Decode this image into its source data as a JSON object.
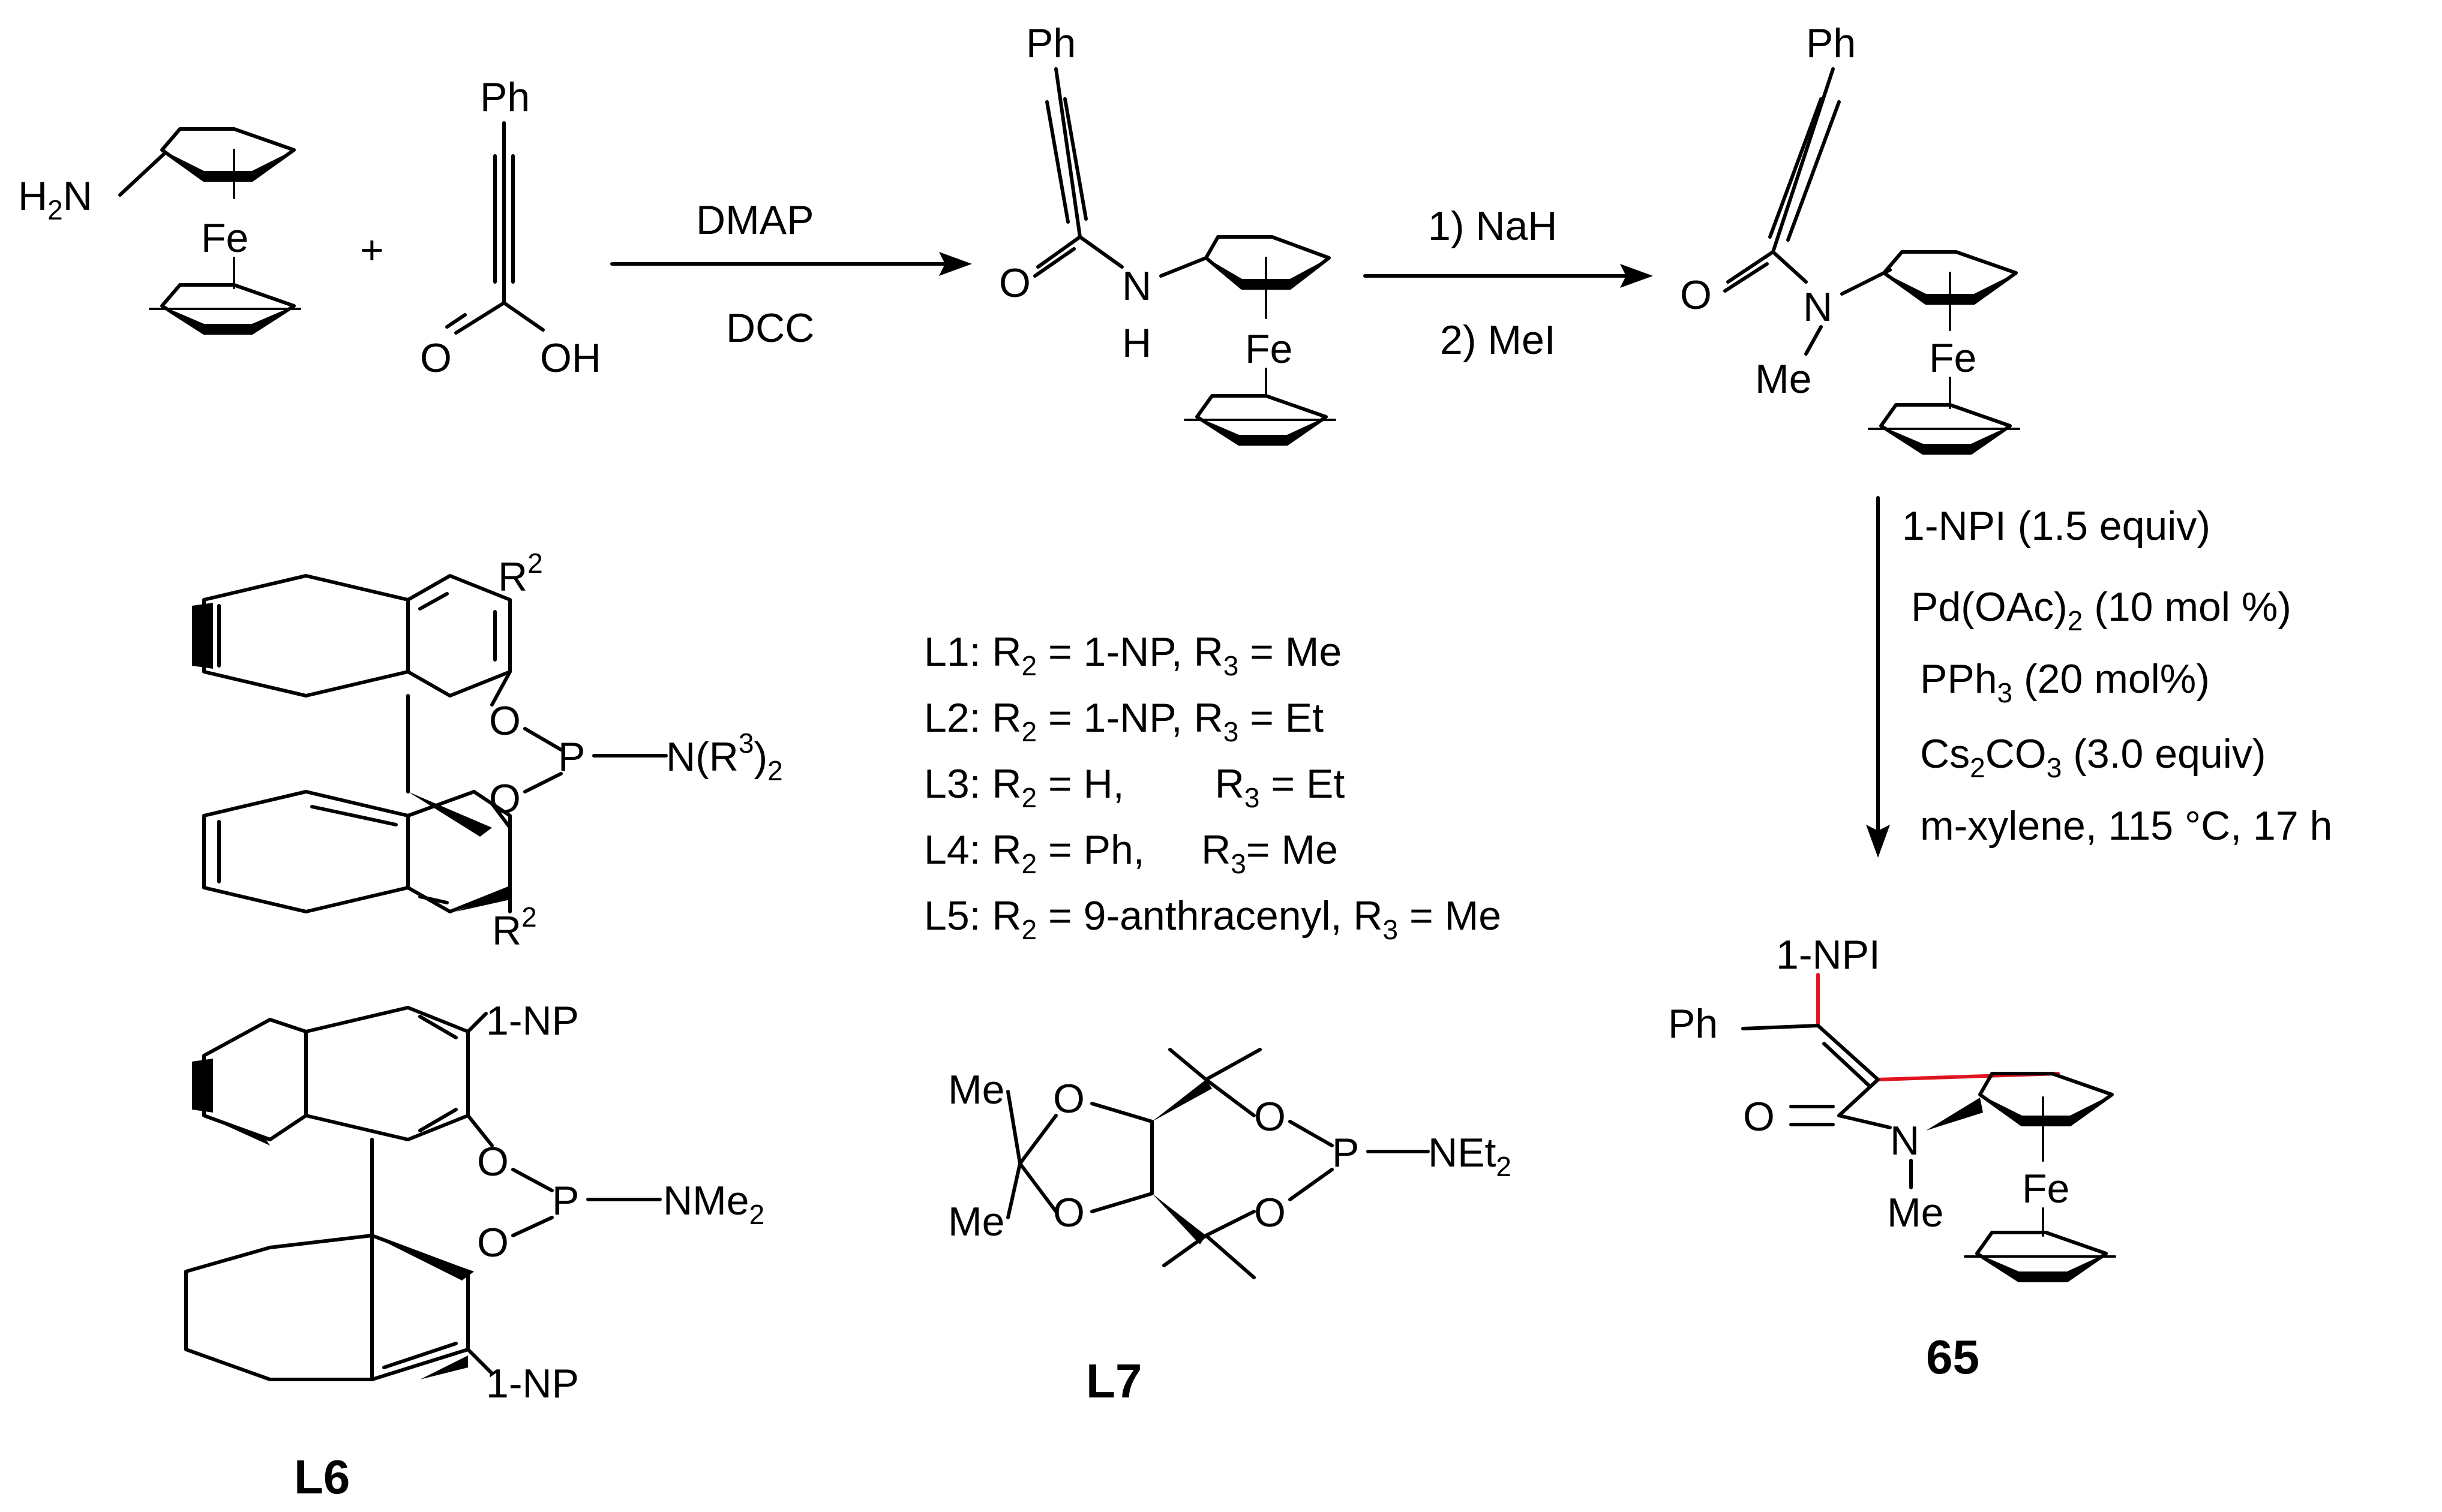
{
  "reaction": {
    "aminoferrocene": {
      "nh2": "H",
      "nh2_sub": "2",
      "nh2_n": "N",
      "fe": "Fe"
    },
    "plus": "+",
    "propiolic_acid": {
      "ph": "Ph",
      "o": "O",
      "oh": "OH"
    },
    "step1": {
      "reagent_top": "DMAP",
      "reagent_bottom": "DCC"
    },
    "amide": {
      "ph": "Ph",
      "o": "O",
      "n": "N",
      "h": "H",
      "fe": "Fe"
    },
    "step2": {
      "reagent_top": "1) NaH",
      "reagent_bottom": "2) MeI"
    },
    "n_methyl_amide": {
      "ph": "Ph",
      "o": "O",
      "n": "N",
      "me": "Me",
      "fe": "Fe"
    },
    "step3": {
      "line1": "1-NPI (1.5 equiv)",
      "line2_a": "Pd(OAc)",
      "line2_sub": "2",
      "line2_b": " (10 mol %)",
      "line3_a": "PPh",
      "line3_sub": "3",
      "line3_b": " (20 mol%)",
      "line4_a": "Cs",
      "line4_sub1": "2",
      "line4_b": "CO",
      "line4_sub2": "3",
      "line4_c": " (3.0 equiv)",
      "line5": "m-xylene, 115 °C, 17 h"
    },
    "product": {
      "label": "65",
      "npi": "1-NPI",
      "ph": "Ph",
      "o": "O",
      "n": "N",
      "me": "Me",
      "fe": "Fe"
    }
  },
  "ligands": {
    "binol": {
      "r2_top": "R",
      "r2_top_sup": "2",
      "r2_bottom": "R",
      "r2_bottom_sup": "2",
      "o1": "O",
      "o2": "O",
      "p": "P",
      "n_a": "N(R",
      "n_sup": "3",
      "n_b": ")",
      "n_sub": "2"
    },
    "list": [
      {
        "label": "L1: R",
        "s1": "2",
        "mid": " = 1-NP,  R",
        "s2": "3",
        "end": " = Me"
      },
      {
        "label": "L2: R",
        "s1": "2",
        "mid": " = 1-NP,  R",
        "s2": "3",
        "end": " = Et"
      },
      {
        "label": "L3: R",
        "s1": "2",
        "mid": " = H,        R",
        "s2": "3",
        "end": " = Et"
      },
      {
        "label": "L4: R",
        "s1": "2",
        "mid": " = Ph,     R",
        "s2": "3",
        "end": "= Me"
      },
      {
        "label": "L5: R",
        "s1": "2",
        "mid": " = 9-anthracenyl, R",
        "s2": "3",
        "end": " = Me"
      }
    ],
    "L6": {
      "label": "L6",
      "np_top": "1-NP",
      "np_bottom": "1-NP",
      "o1": "O",
      "o2": "O",
      "p": "P",
      "nme_a": "NMe",
      "nme_sub": "2"
    },
    "L7": {
      "label": "L7",
      "me1": "Me",
      "me2": "Me",
      "o1": "O",
      "o2": "O",
      "o3": "O",
      "o4": "O",
      "p": "P",
      "net_a": "NEt",
      "net_sub": "2"
    }
  }
}
